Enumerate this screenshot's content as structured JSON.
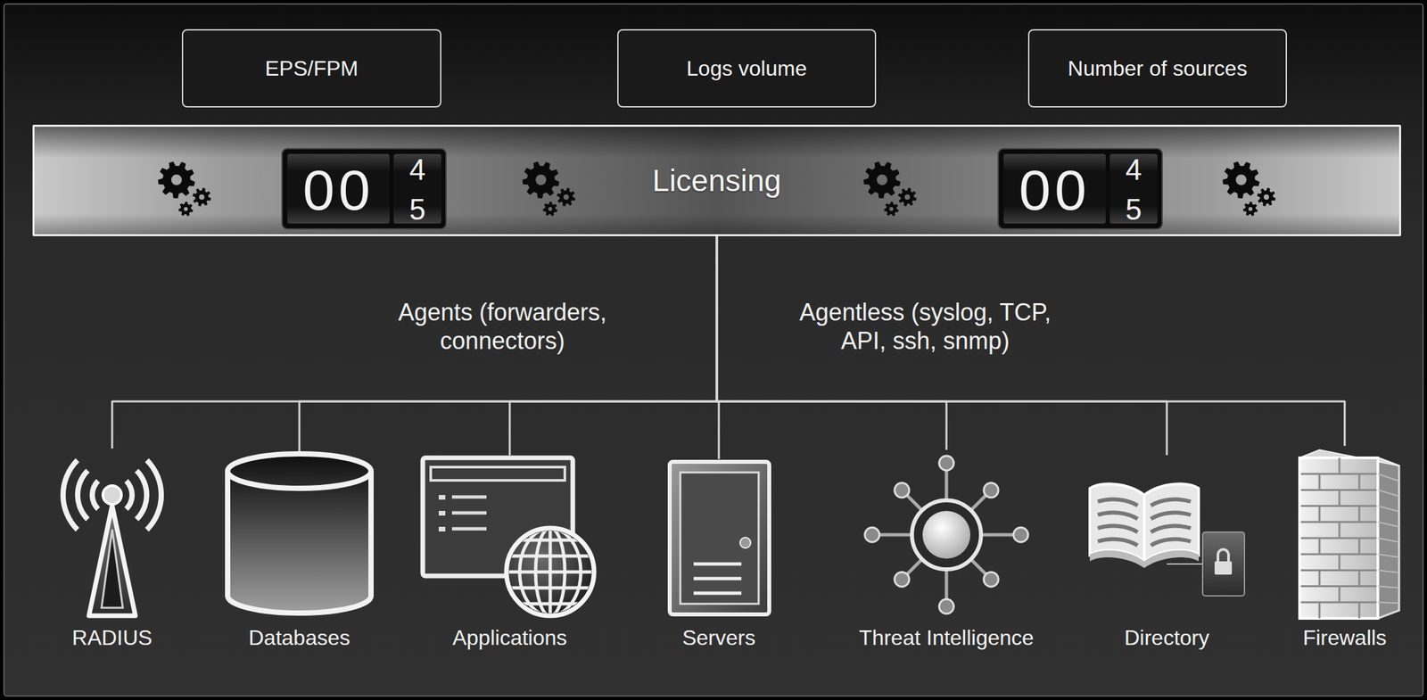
{
  "diagram": {
    "nodes": [
      {
        "text": [
          "EPS/FPM"
        ]
      },
      {
        "text": [
          "Logs volume"
        ]
      },
      {
        "text": [
          "Number of sources"
        ]
      },
      {
        "text": [
          "Licensing"
        ]
      },
      {
        "text": [
          "RADIUS"
        ]
      },
      {
        "text": [
          "Databases"
        ]
      },
      {
        "text": [
          "Applications"
        ]
      },
      {
        "text": [
          "Servers"
        ]
      },
      {
        "text": [
          "Threat Intelligence"
        ]
      },
      {
        "text": [
          "Directory"
        ]
      },
      {
        "text": [
          "Firewalls"
        ]
      }
    ],
    "edges": [
      {
        "from": 3,
        "to": 4,
        "arrow": "none"
      },
      {
        "from": 3,
        "to": 5,
        "arrow": "none"
      },
      {
        "from": 3,
        "to": 6,
        "arrow": "none"
      },
      {
        "from": 3,
        "to": 7,
        "arrow": "none"
      },
      {
        "from": 3,
        "to": 8,
        "arrow": "none"
      },
      {
        "from": 3,
        "to": 9,
        "arrow": "none"
      },
      {
        "from": 3,
        "to": 10,
        "arrow": "none"
      }
    ],
    "labels": [
      "00",
      "4",
      "5",
      "00",
      "4",
      "5",
      "Agents (forwarders, connectors)",
      "Agentless (syslog, TCP, API, ssh, snmp)"
    ]
  }
}
